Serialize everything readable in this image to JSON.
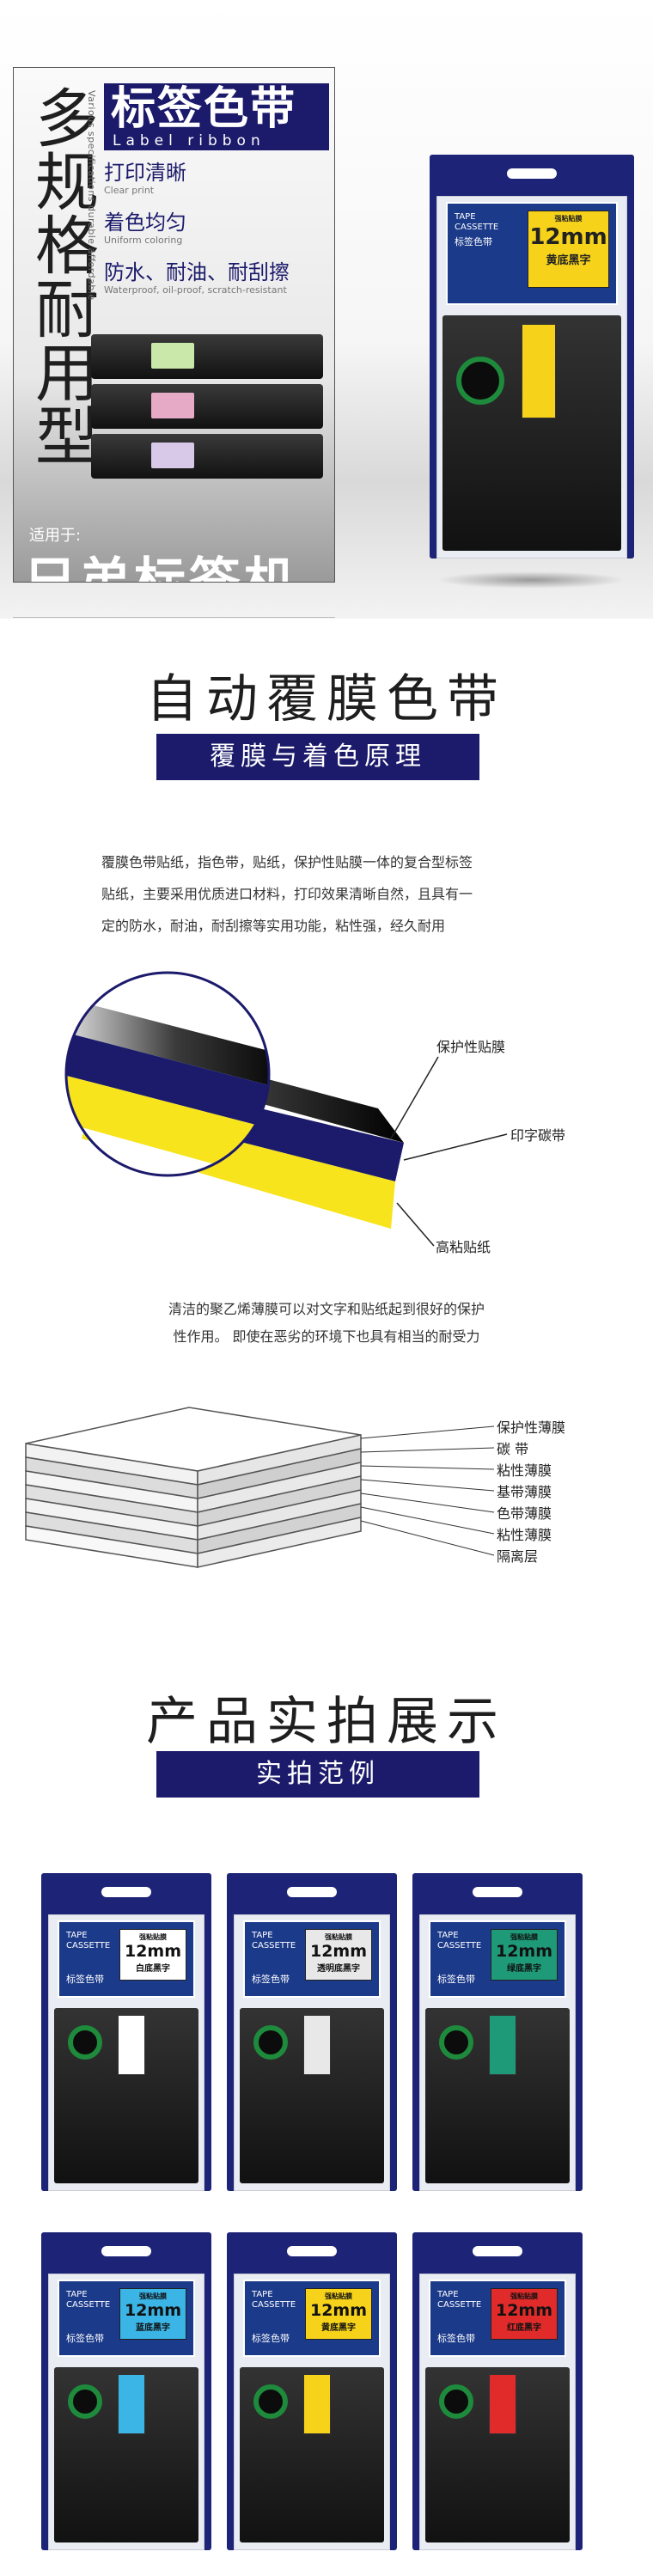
{
  "hero": {
    "vertical_title": "多规格耐用型",
    "vertical_subtitle": "Various specifications durable affordable",
    "title": "标签色带",
    "subtitle": "Label ribbon",
    "features": [
      {
        "cn": "打印清晰",
        "en": "Clear print"
      },
      {
        "cn": "着色均匀",
        "en": "Uniform coloring"
      },
      {
        "cn": "防水、耐油、耐刮擦",
        "en": "Waterproof, oil-proof, scratch-resistant"
      }
    ],
    "suitable_label": "适用于:",
    "suitable_brand": "兄弟标签机"
  },
  "package_text": {
    "tape": "TAPE",
    "cassette": "CASSETTE",
    "cn_name": "标签色带",
    "ribbon_top": "强粘贴膜",
    "size": "12mm"
  },
  "hero_package": {
    "desc": "黄底黑字",
    "bg_color": "#f6d21a",
    "text_color": "#111111"
  },
  "section1": {
    "title": "自动覆膜色带",
    "bar": "覆膜与着色原理",
    "paragraph": [
      "覆膜色带贴纸，指色带，贴纸，保护性贴膜一体的复合型标签",
      "贴纸，主要采用优质进口材料，打印效果清晰自然，且具有一",
      "定的防水，耐油，耐刮擦等实用功能，粘性强，经久耐用"
    ],
    "callouts": [
      "保护性贴膜",
      "印字碳带",
      "高粘贴纸"
    ],
    "paragraph2": [
      "清洁的聚乙烯薄膜可以对文字和贴纸起到很好的保护",
      "性作用。 即使在恶劣的环境下也具有相当的耐受力"
    ],
    "layers": [
      "保护性薄膜",
      "碳    带",
      "粘性薄膜",
      "基带薄膜",
      "色带薄膜",
      "粘性薄膜",
      "隔离层"
    ]
  },
  "section2": {
    "title": "产品实拍展示",
    "bar": "实拍范例"
  },
  "products": [
    {
      "desc": "白底黑字",
      "bg_color": "#ffffff",
      "text_color": "#111111"
    },
    {
      "desc": "透明底黑字",
      "bg_color": "#e8e8e8",
      "text_color": "#111111"
    },
    {
      "desc": "绿底黑字",
      "bg_color": "#1e9a78",
      "text_color": "#111111"
    },
    {
      "desc": "蓝底黑字",
      "bg_color": "#3bb4e6",
      "text_color": "#111111"
    },
    {
      "desc": "黄底黑字",
      "bg_color": "#f6d21a",
      "text_color": "#111111"
    },
    {
      "desc": "红底黑字",
      "bg_color": "#e12b2b",
      "text_color": "#111111"
    }
  ],
  "colors": {
    "navy": "#1b1a6b",
    "package_blue": "#1d2377"
  }
}
